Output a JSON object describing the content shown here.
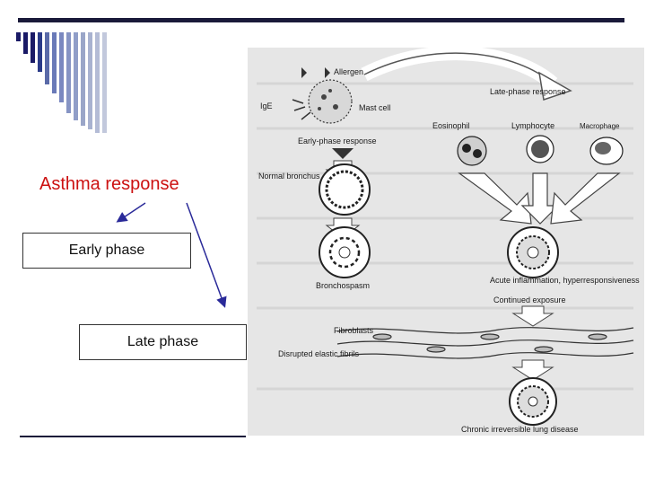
{
  "slide": {
    "title": "Asthma response",
    "boxes": {
      "early": "Early phase",
      "late": "Late phase"
    }
  },
  "figure": {
    "labels": {
      "allergen": "Allergen",
      "ige": "IgE",
      "mast_cell": "Mast cell",
      "late_phase_response": "Late-phase response",
      "eosinophil": "Eosinophil",
      "lymphocyte": "Lymphocyte",
      "macrophage": "Macrophage",
      "early_phase_response": "Early-phase response",
      "normal_bronchus": "Normal bronchus",
      "bronchospasm": "Bronchospasm",
      "acute_inflammation": "Acute inflammation, hyperresponsiveness",
      "continued_exposure": "Continued exposure",
      "fibroblasts": "Fibroblasts",
      "disrupted_elastic_fibrils": "Disrupted elastic fibrils",
      "chronic_disease": "Chronic irreversible lung disease"
    }
  },
  "colors": {
    "title": "#cc1111",
    "arrow": "#2a2a99",
    "bar_dark": "#1a1a66",
    "bar_light": "#9aa6c8"
  }
}
